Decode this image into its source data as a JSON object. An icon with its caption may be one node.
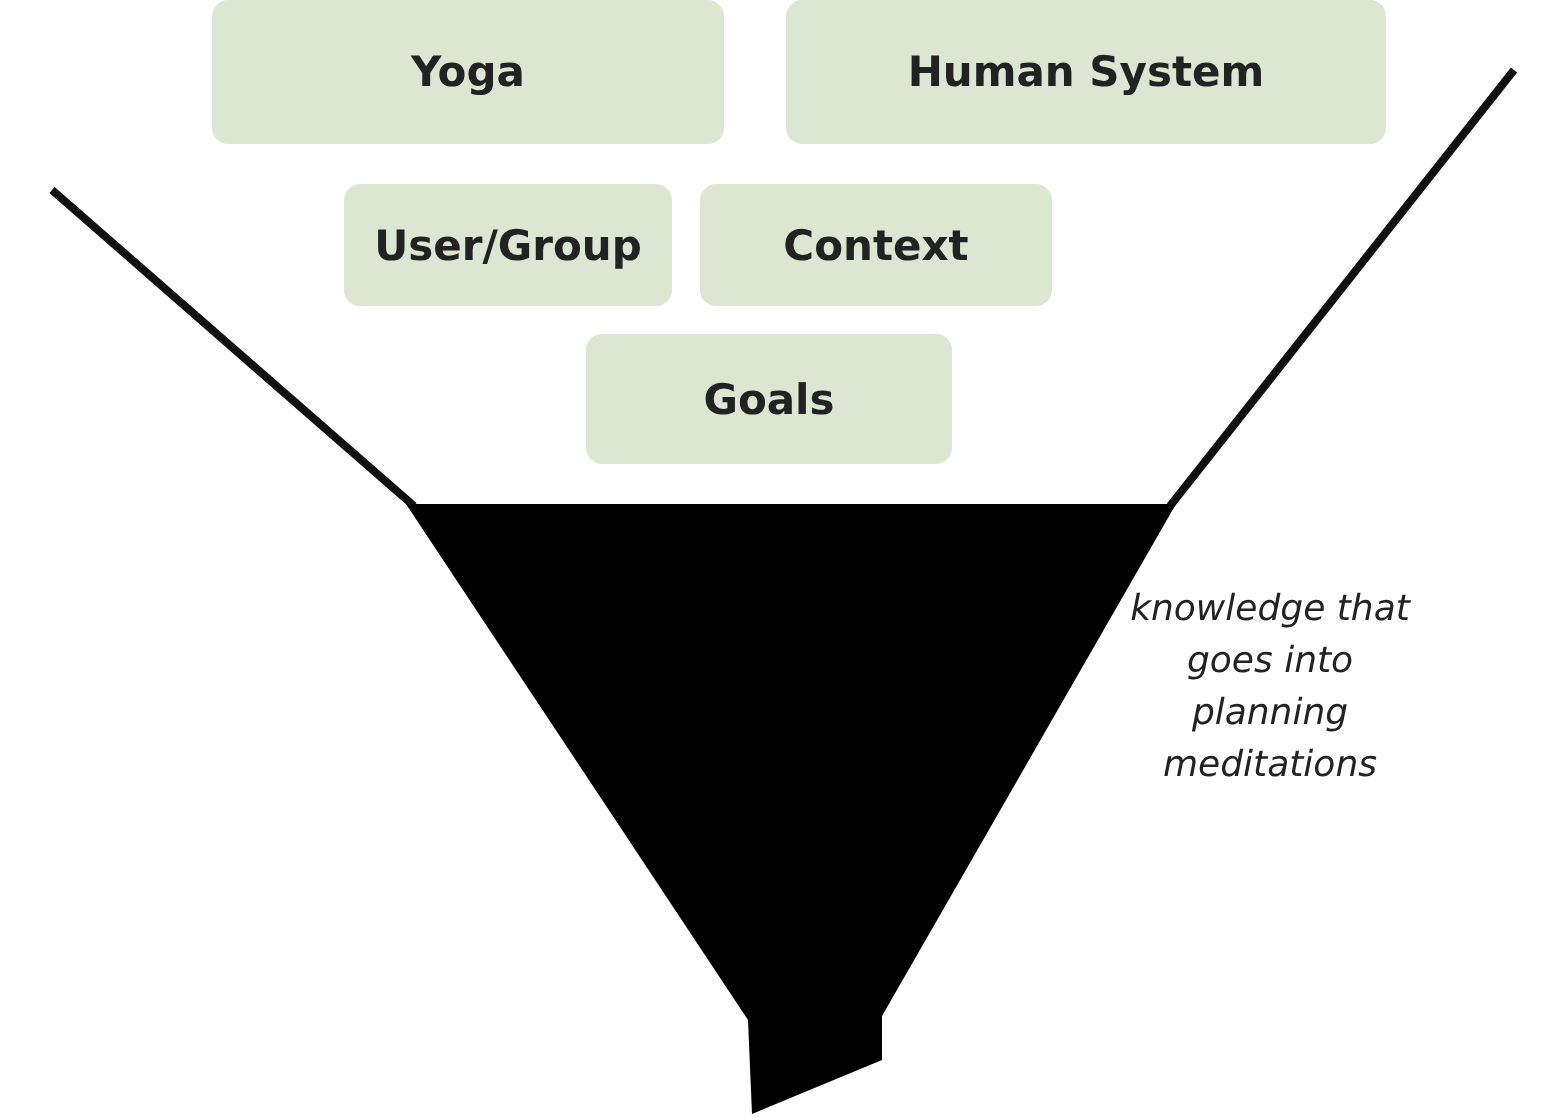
{
  "diagram": {
    "nodes": [
      {
        "text": [
          "Yoga"
        ]
      },
      {
        "text": [
          "Human System"
        ]
      },
      {
        "text": [
          "User/Group"
        ]
      },
      {
        "text": [
          "Context"
        ]
      },
      {
        "text": [
          "Goals"
        ]
      }
    ],
    "labels": [
      "knowledge that goes into planning meditations"
    ]
  }
}
